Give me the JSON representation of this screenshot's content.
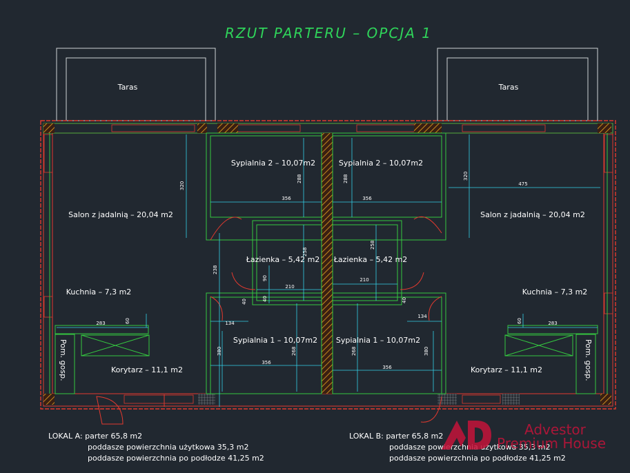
{
  "title": "RZUT PARTERU – OPCJA 1",
  "colors": {
    "background": "#212830",
    "wall": "#e33a2f",
    "hatch": "#c78a1e",
    "partition": "#35c840",
    "dimension": "#34d0e8",
    "title": "#2fd45a",
    "watermark": "#c4143a"
  },
  "left": {
    "terrace": "Taras",
    "bedroom2": "Sypialnia 2 – 10,07m2",
    "living": "Salon z jadalnią – 20,04 m2",
    "bathroom": "Łazienka – 5,42 m2",
    "kitchen": "Kuchnia – 7,3 m2",
    "bedroom1": "Sypialnia 1 – 10,07m2",
    "corridor": "Korytarz – 11,1 m2",
    "utility": "Pom. gosp."
  },
  "right": {
    "terrace": "Taras",
    "bedroom2": "Sypialnia 2 – 10,07m2",
    "living": "Salon z jadalnią – 20,04 m2",
    "bathroom": "Łazienka – 5,42 m2",
    "kitchen": "Kuchnia – 7,3 m2",
    "bedroom1": "Sypialnia 1 – 10,07m2",
    "corridor": "Korytarz – 11,1 m2",
    "utility": "Pom. gosp."
  },
  "dimensions": {
    "left": {
      "d320": "320",
      "d288a": "288",
      "d356a": "356",
      "d238": "238",
      "d90": "90",
      "d210": "210",
      "d258a": "258",
      "d40a": "40",
      "d40b": "40",
      "d134": "134",
      "d283": "283",
      "d60": "60",
      "d380": "380",
      "d268": "268",
      "d356b": "356"
    },
    "right": {
      "d320": "320",
      "d475": "475",
      "d288": "288",
      "d356a": "356",
      "d258": "258",
      "d210": "210",
      "d40": "40",
      "d134": "134",
      "d283": "283",
      "d60": "60",
      "d380": "380",
      "d268": "268",
      "d356b": "356"
    }
  },
  "notes": {
    "left": {
      "line1": "LOKAL A: parter 65,8 m2",
      "line2": "poddasze powierzchnia użytkowa 35,3 m2",
      "line3": "poddasze powierzchnia po podłodze 41,25 m2"
    },
    "right": {
      "line1": "LOKAL B: parter 65,8 m2",
      "line2": "poddasze powierzchnia użytkowa 35,3 m2",
      "line3": "poddasze powierzchnia po podłodze 41,25 m2"
    }
  },
  "watermark": {
    "line1": "Advestor",
    "line2": "Premium House"
  }
}
